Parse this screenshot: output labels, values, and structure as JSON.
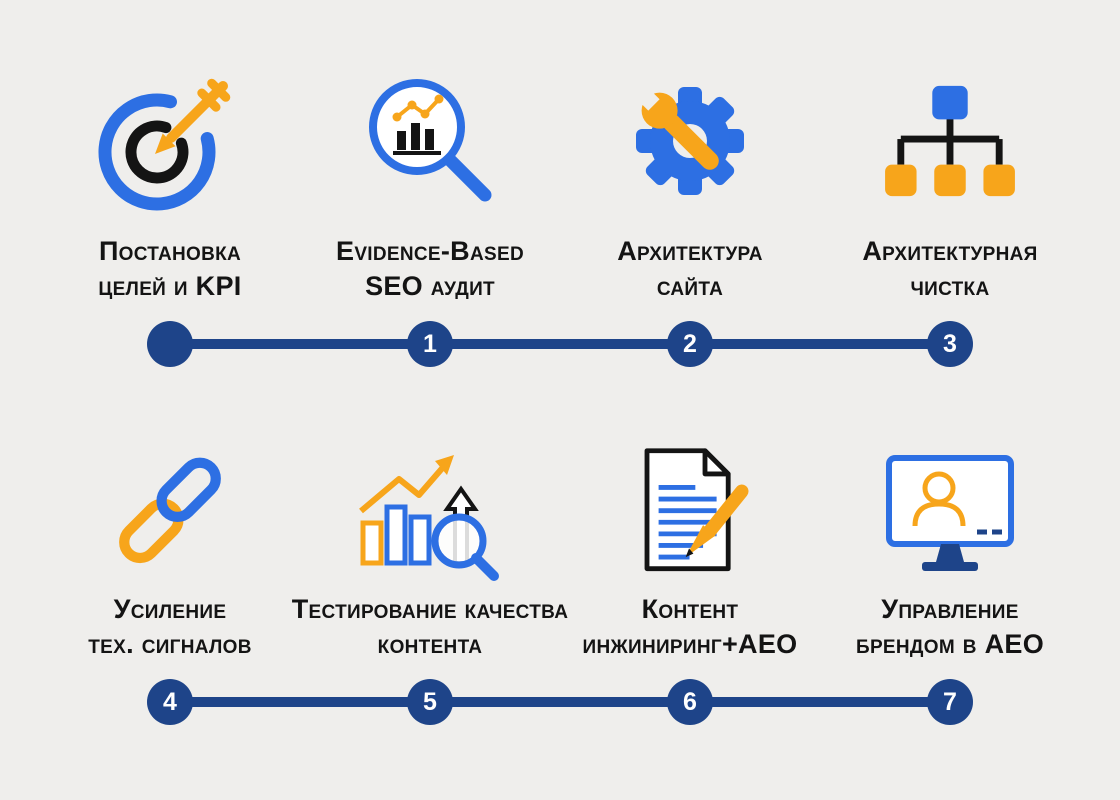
{
  "colors": {
    "blue": "#2d6fe3",
    "orange": "#f7a51b",
    "navy": "#1e4489",
    "text": "#141414",
    "background": "#efeeec"
  },
  "rows": [
    {
      "steps": [
        {
          "icon": "target-dart-icon",
          "label_line1": "Постановка",
          "label_line2": "целей и KPI",
          "marker": ""
        },
        {
          "icon": "magnifier-chart-icon",
          "label_line1": "Evidence-Based",
          "label_line2": "SEO аудит",
          "marker": "1"
        },
        {
          "icon": "gear-wrench-icon",
          "label_line1": "Архитектура",
          "label_line2": "сайта",
          "marker": "2"
        },
        {
          "icon": "sitemap-icon",
          "label_line1": "Архитектурная",
          "label_line2": "чистка",
          "marker": "3"
        }
      ]
    },
    {
      "steps": [
        {
          "icon": "chain-link-icon",
          "label_line1": "Усиление",
          "label_line2": "тех. сигналов",
          "marker": "4"
        },
        {
          "icon": "growth-chart-magnifier-icon",
          "label_line1": "Тестирование качества",
          "label_line2": "контента",
          "marker": "5"
        },
        {
          "icon": "document-pen-icon",
          "label_line1": "Контент",
          "label_line2": "инжиниринг+AEO",
          "marker": "6"
        },
        {
          "icon": "monitor-person-icon",
          "label_line1": "Управление",
          "label_line2": "брендом в AEO",
          "marker": "7"
        }
      ]
    }
  ]
}
